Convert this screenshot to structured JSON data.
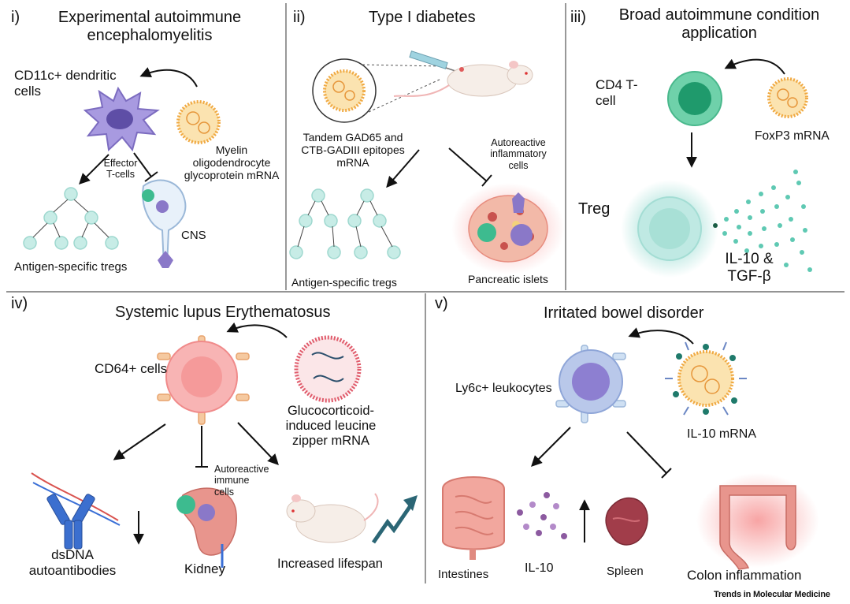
{
  "panels": {
    "p1": {
      "number": "i)",
      "title": "Experimental autoimmune\nencephalomyelitis",
      "target": "CD11c+ dendritic\ncells",
      "mrna": "Myelin\noligodendrocyte\nglycoprotein mRNA",
      "effector": "Effector\nT-cells",
      "cns": "CNS",
      "result": "Antigen-specific tregs"
    },
    "p2": {
      "number": "ii)",
      "title": "Type I diabetes",
      "mrna": "Tandem GAD65 and\nCTB-GADIII epitopes\nmRNA",
      "autoreactive": "Autoreactive\ninflammatory\ncells",
      "result": "Antigen-specific  tregs",
      "organ": "Pancreatic islets"
    },
    "p3": {
      "number": "iii)",
      "title": "Broad autoimmune condition\napplication",
      "target": "CD4 T-\ncell",
      "mrna": "FoxP3 mRNA",
      "treg": "Treg",
      "cytokines": "IL-10 &\nTGF-β"
    },
    "p4": {
      "number": "iv)",
      "title": "Systemic lupus Erythematosus",
      "target": "CD64+ cells",
      "mrna": "Glucocorticoid-\ninduced leucine\nzipper mRNA",
      "autoreactive": "Autoreactive\nimmune\ncells",
      "antibodies": "dsDNA\nautoantibodies",
      "organ": "Kidney",
      "lifespan": "Increased lifespan"
    },
    "p5": {
      "number": "v)",
      "title": "Irritated bowel disorder",
      "target": "Ly6c+ leukocytes",
      "mrna": "IL-10 mRNA",
      "intestines": "Intestines",
      "il10": "IL-10",
      "spleen": "Spleen",
      "colon": "Colon inflammation"
    }
  },
  "credit": "Trends in Molecular Medicine",
  "colors": {
    "dendritic": "#8a78c8",
    "lnp": "#f2b84b",
    "treg": "#c7ece6",
    "cd4": "#3dbb8f",
    "cd64": "#f5a3a3",
    "ly6c": "#8fa6d8",
    "organ": "#e8958d",
    "inflammation": "#f26a6a",
    "arrow": "#111111",
    "trend": "#2b6675"
  }
}
